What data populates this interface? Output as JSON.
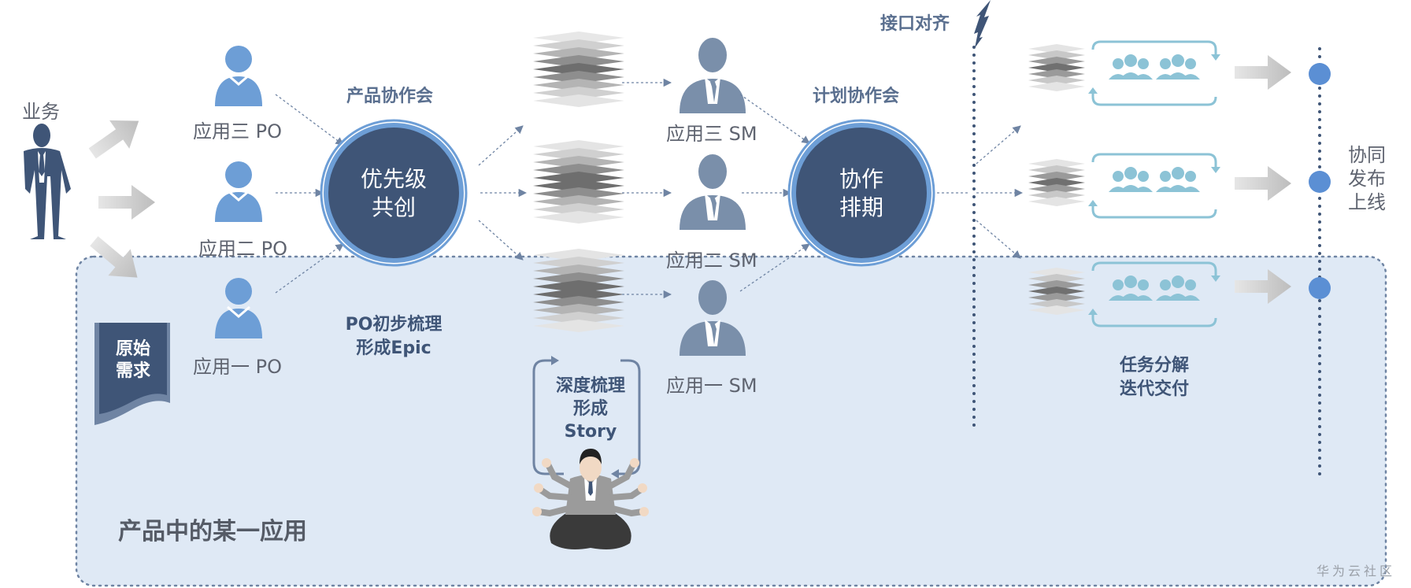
{
  "labels": {
    "business": "业务",
    "original_req_line1": "原始",
    "original_req_line2": "需求",
    "po_three": "应用三 PO",
    "po_two": "应用二 PO",
    "po_one": "应用一 PO",
    "product_meeting": "产品协作会",
    "priority_line1": "优先级",
    "priority_line2": "共创",
    "epic_line1": "PO初步梳理",
    "epic_line2": "形成Epic",
    "sm_three": "应用三 SM",
    "sm_two": "应用二 SM",
    "sm_one": "应用一 SM",
    "story_line1": "深度梳理",
    "story_line2": "形成",
    "story_line3": "Story",
    "plan_meeting": "计划协作会",
    "schedule_line1": "协作",
    "schedule_line2": "排期",
    "interface_align": "接口对齐",
    "task_line1": "任务分解",
    "task_line2": "迭代交付",
    "release_line1": "协同",
    "release_line2": "发布",
    "release_line3": "上线",
    "app_region": "产品中的某一应用",
    "watermark": "华为云社区"
  },
  "colors": {
    "navy": "#3f5577",
    "po_blue": "#6d9ed6",
    "sm_gray": "#7a8faa",
    "team_cyan": "#8cc3d6",
    "region_fill": "#dfe9f5",
    "dot_blue": "#5b8fd4"
  }
}
